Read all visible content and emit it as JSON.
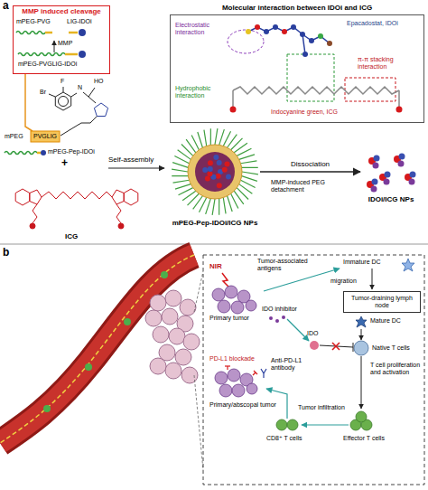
{
  "diagram": {
    "nodes": [
      {
        "text": [
          "MMP induced cleavage"
        ]
      },
      {
        "text": [
          "Molecular interaction between IDOi and ICG"
        ]
      },
      {
        "text": [
          "mPEG-Pep-IDOi/ICG NPs"
        ]
      },
      {
        "text": [
          "IDOi/ICG NPs"
        ]
      },
      {
        "text": [
          "Tumor-draining lymph node"
        ]
      }
    ],
    "edges": [
      {
        "from": 2,
        "to": 3,
        "label": "Dissociation",
        "arrow": "to"
      }
    ],
    "labels": [
      "a",
      "mPEG-PVG",
      "LIG-IDOi",
      "MMP",
      "mPEG-PVGLIG-IDOi",
      "Electrostatic interaction",
      "Epacadostat, IDOi",
      "Hydrophobic interaction",
      "π-π stacking interaction",
      "Indocyanine green, ICG",
      "F",
      "Br",
      "HO",
      "N",
      "mPEG",
      "PVGLIG",
      "mPEG-Pep-IDOi",
      "+",
      "ICG",
      "Self-assembly",
      "MMP-induced PEG detachment",
      "b",
      "NIR",
      "Tumor-associated antigens",
      "Immature DC",
      "migration",
      "Mature DC",
      "Primary tumor",
      "IDO inhibitor",
      "IDO",
      "Native T cells",
      "PD-L1 blockade",
      "Anti-PD-L1 antibody",
      "T cell proliferation and activation",
      "Tumor infiltration",
      "Primary/abscopal tumor",
      "CD8⁺ T cells",
      "Effector T cells"
    ]
  }
}
